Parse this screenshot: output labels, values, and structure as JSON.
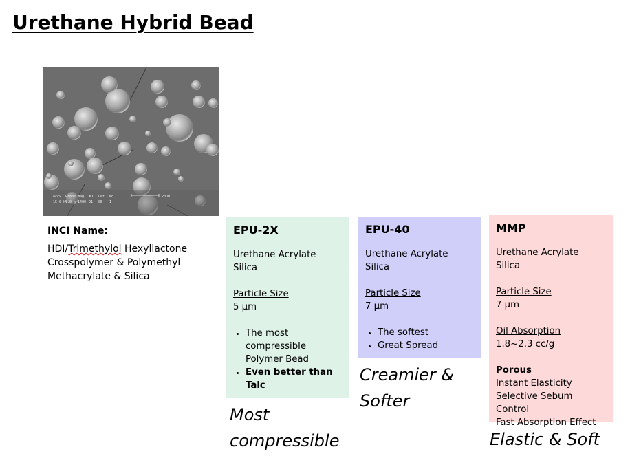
{
  "title": "Urethane Hybrid Bead",
  "image": {
    "micro_labels": [
      "AccV",
      "Probe",
      "Mag",
      "WD",
      "Det",
      "No.",
      "15.0 kV",
      "4.0",
      "x 1400",
      "21",
      "SE",
      "1",
      "20µm"
    ]
  },
  "inci": {
    "label": "INCI Name:",
    "value_word1": "HDI/",
    "value_word2": "Trimethylol",
    "value_rest": " Hexyllactone Crosspolymer & Polymethyl Methacrylate & Silica"
  },
  "products": [
    {
      "name": "EPU-2X",
      "composition": [
        "Urethane Acrylate",
        "Silica"
      ],
      "particle_size_label": "Particle Size",
      "particle_size": "5 µm",
      "bullets": [
        "The most compressible Polymer Bead",
        "Even better than Talc"
      ],
      "tagline": "Most compressible",
      "color": "#dff2e8"
    },
    {
      "name": "EPU-40",
      "composition": [
        "Urethane Acrylate",
        "Silica"
      ],
      "particle_size_label": "Particle Size",
      "particle_size": "7 µm",
      "bullets": [
        "The softest",
        "Great Spread"
      ],
      "tagline": "Creamier & Softer",
      "color": "#cfcff9"
    },
    {
      "name": "MMP",
      "composition": [
        "Urethane Acrylate",
        "Silica"
      ],
      "particle_size_label": "Particle Size",
      "particle_size": "7 µm",
      "oil_absorption_label": "Oil Absorption",
      "oil_absorption": "1.8~2.3 cc/g",
      "porous_label": "Porous",
      "features": [
        "Instant Elasticity",
        "Selective Sebum Control",
        "Fast Absorption Effect"
      ],
      "tagline": "Elastic & Soft",
      "color": "#fdd9d9"
    }
  ]
}
